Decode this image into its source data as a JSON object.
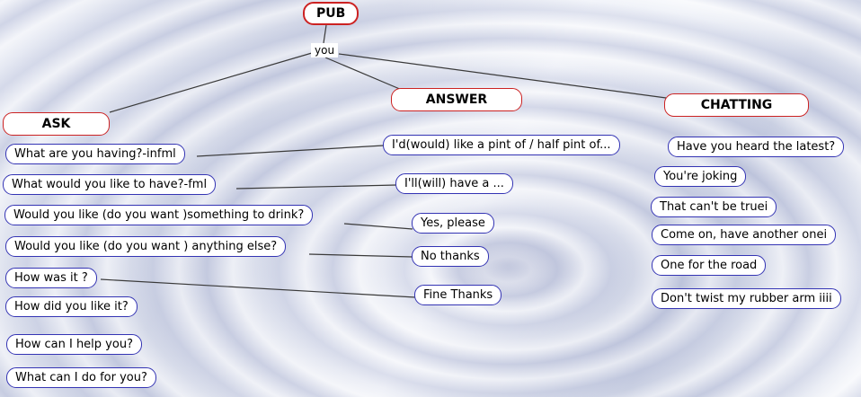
{
  "root": {
    "label": "PUB"
  },
  "subroot": {
    "label": "you"
  },
  "branches": [
    {
      "id": "ask",
      "label": "ASK",
      "items": [
        {
          "label": "What are you having?-infml"
        },
        {
          "label": "What would you like to have?-fml"
        },
        {
          "label": "Would  you like (do you want )something to drink?"
        },
        {
          "label": "Would you like (do you want ) anything else?"
        },
        {
          "label": "How was it ?"
        },
        {
          "label": "How did you like it?"
        },
        {
          "label": "How can I help you?"
        },
        {
          "label": "What can I do for you?"
        }
      ]
    },
    {
      "id": "answer",
      "label": "ANSWER",
      "items": [
        {
          "label": "I'd(would) like a pint of / half pint of..."
        },
        {
          "label": "I'll(will) have a ..."
        },
        {
          "label": "Yes, please"
        },
        {
          "label": "No thanks"
        },
        {
          "label": "Fine Thanks"
        }
      ]
    },
    {
      "id": "chatting",
      "label": "CHATTING",
      "items": [
        {
          "label": "Have you heard the latest?"
        },
        {
          "label": "You're joking"
        },
        {
          "label": "That can't be truei"
        },
        {
          "label": "Come on, have another onei"
        },
        {
          "label": "One for the road"
        },
        {
          "label": "Don't twist my rubber arm iiii"
        }
      ]
    }
  ],
  "colors": {
    "header_border": "#cc2222",
    "item_border": "#3434b4",
    "connector": "#3a3a3a",
    "node_background": "#ffffff",
    "text": "#000000"
  }
}
